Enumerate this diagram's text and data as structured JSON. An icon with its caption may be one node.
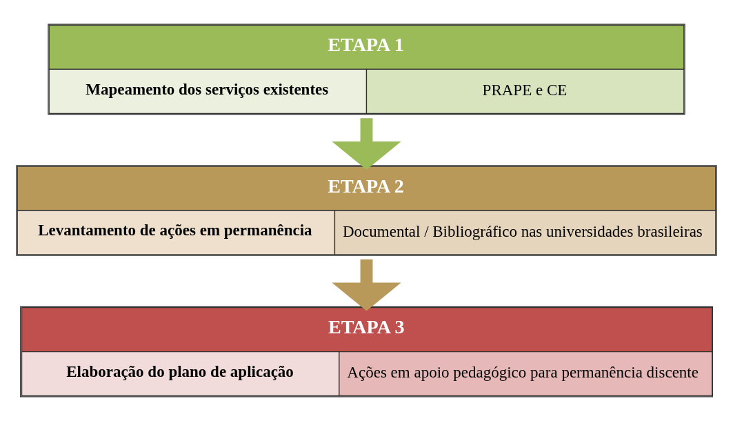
{
  "diagram": {
    "nodes": [
      {
        "text": [
          "ETAPA 1",
          "Mapeamento dos serviços existentes",
          "PRAPE e CE"
        ]
      },
      {
        "text": [
          "ETAPA 2",
          "Levantamento de ações em permanência",
          "Documental / Bibliográfico nas universidades brasileiras"
        ]
      },
      {
        "text": [
          "ETAPA 3",
          "Elaboração do plano de aplicação",
          "Ações em apoio pedagógico para permanência discente"
        ]
      }
    ],
    "edges": [
      {
        "from": 0,
        "to": 1,
        "arrow": "to",
        "color": "#9bbb59"
      },
      {
        "from": 1,
        "to": 2,
        "arrow": "to",
        "color": "#b8995a"
      }
    ]
  }
}
